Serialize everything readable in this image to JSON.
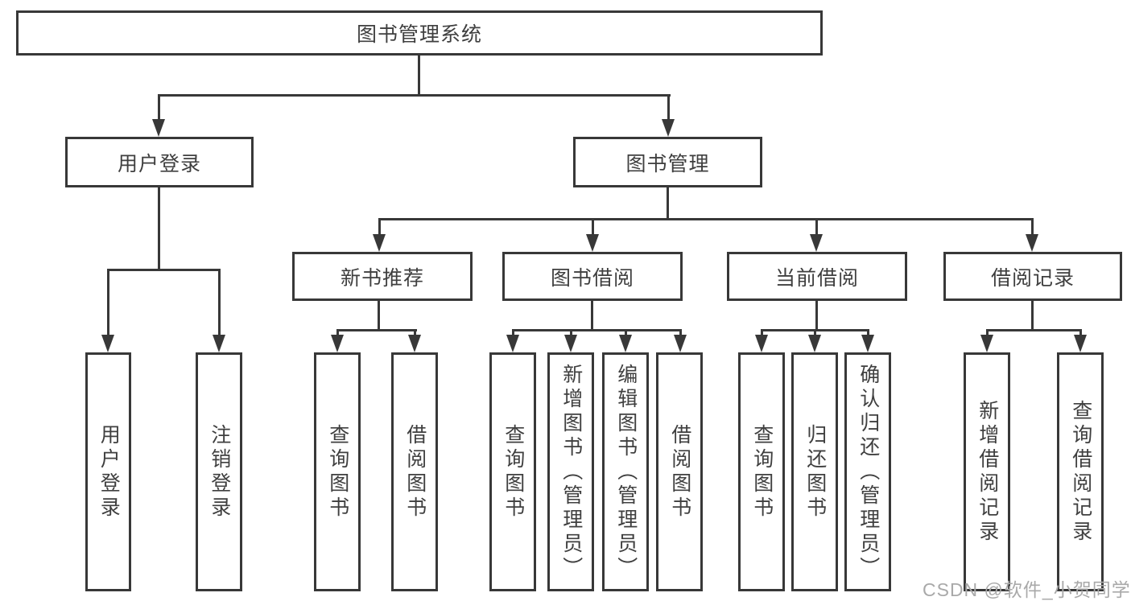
{
  "colors": {
    "line": "#383838",
    "box_border": "#383838",
    "text": "#3f3f3f",
    "background": "#ffffff",
    "watermark": "#a9a9a9"
  },
  "watermark": {
    "text": "CSDN @软件_小贺同学"
  },
  "tree": {
    "root": {
      "label": "图书管理系统",
      "children": [
        {
          "label": "用户登录",
          "children": [
            {
              "label": "用户登录"
            },
            {
              "label": "注销登录"
            }
          ]
        },
        {
          "label": "图书管理",
          "children": [
            {
              "label": "新书推荐",
              "children": [
                {
                  "label": "查询图书"
                },
                {
                  "label": "借阅图书"
                }
              ]
            },
            {
              "label": "图书借阅",
              "children": [
                {
                  "label": "查询图书"
                },
                {
                  "label": "新增图书（管理员）"
                },
                {
                  "label": "编辑图书（管理员）"
                },
                {
                  "label": "借阅图书"
                }
              ]
            },
            {
              "label": "当前借阅",
              "children": [
                {
                  "label": "查询图书"
                },
                {
                  "label": "归还图书"
                },
                {
                  "label": "确认归还（管理员）"
                }
              ]
            },
            {
              "label": "借阅记录",
              "children": [
                {
                  "label": "新增借阅记录"
                },
                {
                  "label": "查询借阅记录"
                }
              ]
            }
          ]
        }
      ]
    }
  }
}
